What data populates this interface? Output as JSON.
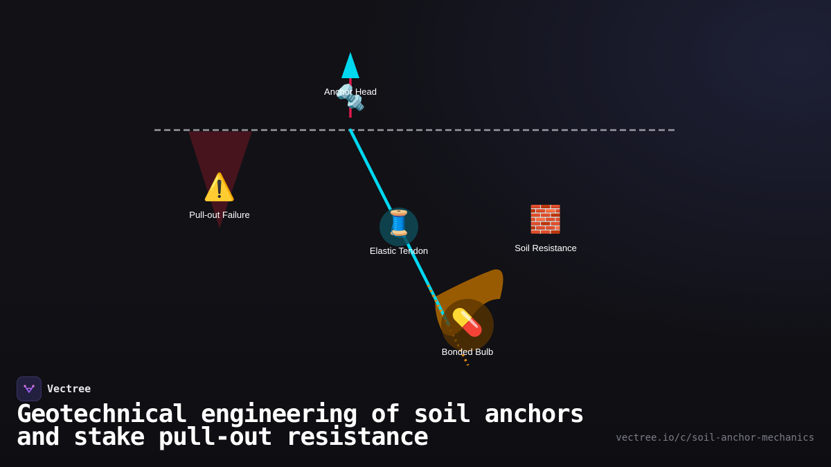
{
  "nodes": [
    {
      "id": "anchor_head",
      "label": "Anchor Head",
      "icon": "nut-and-bolt",
      "glyph": "🔩"
    },
    {
      "id": "pullout_failure",
      "label": "Pull-out Failure",
      "icon": "warning",
      "glyph": "⚠️"
    },
    {
      "id": "elastic_tendon",
      "label": "Elastic Tendon",
      "icon": "thread-spool",
      "glyph": "🧵"
    },
    {
      "id": "soil_resistance",
      "label": "Soil Resistance",
      "icon": "brick-wall",
      "glyph": "🧱"
    },
    {
      "id": "bonded_bulb",
      "label": "Bonded Bulb",
      "icon": "pill",
      "glyph": "💊"
    }
  ],
  "colors": {
    "background": "#111116",
    "tendon": "#00d8f0",
    "arrow": "#00d8f0",
    "head_stem": "#e0194a",
    "ground_line": "#9a9aa2",
    "failure_zone": "#5a1522",
    "bulb_glow": "#a86400",
    "bulb_dots": "#e08a10"
  },
  "brand": {
    "name": "Vectree",
    "icon": "vectree-logo"
  },
  "title": {
    "line1": "Geotechnical engineering of soil anchors",
    "line2": "and stake pull-out resistance"
  },
  "url": "vectree.io/c/soil-anchor-mechanics"
}
